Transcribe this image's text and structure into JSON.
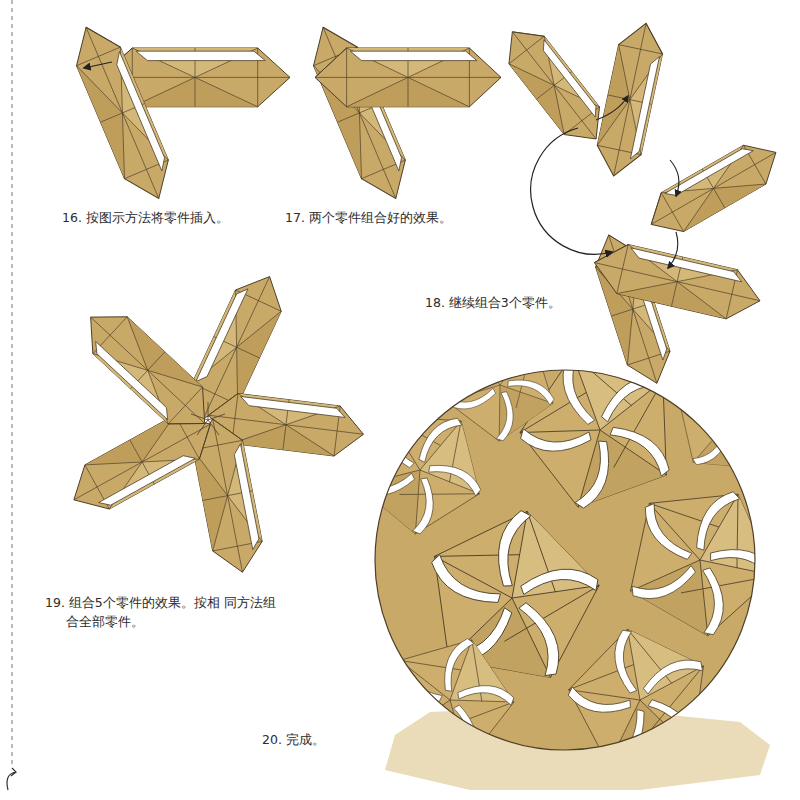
{
  "diagram": {
    "labels": [
      "16. 按图示方法将零件插入。",
      "17. 两个零件组合好的效果。",
      "18. 继续组合3个零件。",
      "19. 组合5个零件的效果。按相 同方法组合全部零件。",
      "20. 完成。"
    ]
  }
}
